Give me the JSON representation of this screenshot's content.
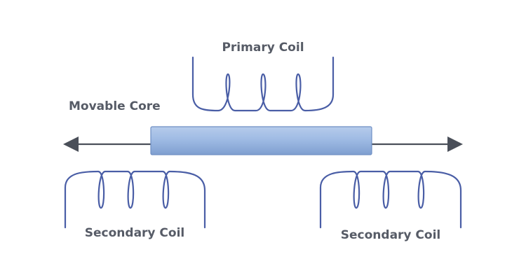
{
  "labels": {
    "primary_coil": "Primary Coil",
    "movable_core": "Movable Core",
    "secondary_coil_left": "Secondary Coil",
    "secondary_coil_right": "Secondary Coil"
  },
  "colors": {
    "coil": "#4a5ea6",
    "core_top": "#b6cbeb",
    "core_mid": "#9fbbe4",
    "core_bottom": "#7f9fd0",
    "core_edge": "#6f8fc4",
    "arrow": "#4a4f59",
    "label": "#565b66"
  }
}
